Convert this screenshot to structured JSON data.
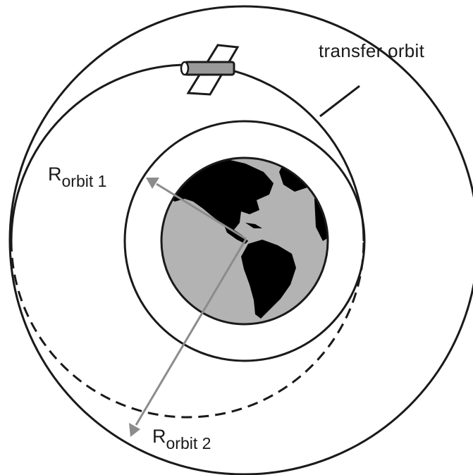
{
  "labels": {
    "transfer_orbit": "transfer orbit",
    "r1_main": "R",
    "r1_sub": "orbit 1",
    "r2_main": "R",
    "r2_sub": "orbit 2"
  },
  "colors": {
    "line": "#1a1a1a",
    "arrow": "#8c8c8c",
    "earth_ocean": "#b3b3b3",
    "earth_land": "#000000",
    "satellite_body": "#9a9a9a"
  },
  "icons": {
    "satellite": "satellite-icon",
    "earth": "earth-globe-icon"
  }
}
